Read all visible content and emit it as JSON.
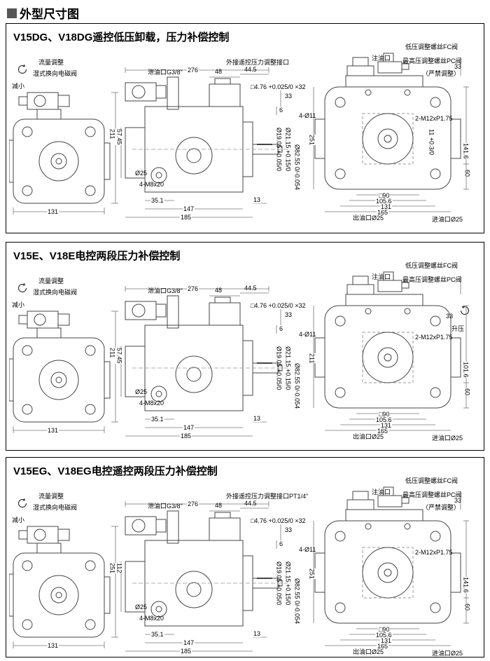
{
  "page": {
    "header": "外型尺寸图"
  },
  "panels": [
    {
      "title": "V15DG、V18DG遥控低压卸载，压力补偿控制",
      "labels": {
        "flow_adjust": "流量调整",
        "decrease": "减小",
        "solenoid_valve": "湿式换向电磁阀",
        "left_height": "211",
        "left_width": "131",
        "overall_width": "276",
        "drain_port": "泄油口G3/8\"",
        "remote_port": "外接遥控压力调整接口",
        "fill_port": "注油口",
        "fc_valve": "低压调整螺丝FC阀",
        "pc_valve": "最高压调整螺丝PC阀",
        "forbid": "（严禁调整）",
        "dim_48": "48",
        "dim_44_5": "44.5",
        "dim_33_mid": "33",
        "dim_6": "6",
        "key_spec": "□4.76 +0.025/0 ×32",
        "shaft_dia": "Ø19.05 +0.05/0",
        "spline_dia": "Ø21.15 +0.15/0",
        "pilot_dia": "Ø82.55 0/-0.054",
        "mid_left_height": "57.45",
        "port_dia": "Ø25",
        "port_bolts": "4-M8x20",
        "dim_35_1": "35.1",
        "dim_147": "147",
        "dim_185": "185",
        "dim_13": "13",
        "bolt_holes": "4-Ø11",
        "right_height": "251",
        "key_len": "11 +0.3/0",
        "studs": "2-M12xP1.75",
        "right_h1": "141.6",
        "right_h2": "60",
        "dim_33_right": "33",
        "sq_90": "□90",
        "dim_105_6": "105.6",
        "dim_131": "131",
        "dim_165": "165",
        "outlet": "出油口Ø25",
        "inlet": "进油口Ø25"
      }
    },
    {
      "title": "V15E、V18E电控两段压力补偿控制",
      "labels": {
        "flow_adjust": "流量调整",
        "decrease": "减小",
        "solenoid_valve": "湿式换向电磁阀",
        "left_height": "211",
        "left_width": "131",
        "overall_width": "276",
        "drain_port": "泄油口G3/8\"",
        "fill_port": "注油口",
        "fc_valve": "低压调整螺丝FC阀",
        "pc_valve": "最高压调整螺丝PC阀",
        "rise": "升压",
        "dim_48": "48",
        "dim_44_5": "44.5",
        "dim_33_mid": "33",
        "dim_6": "6",
        "key_spec": "□4.76 +0.025/0 ×32",
        "shaft_dia": "Ø19.05 +0.05/0",
        "spline_dia": "Ø21.15 +0.15/0",
        "pilot_dia": "Ø82.55 0/-0.054",
        "mid_left_height": "57.45",
        "port_dia": "Ø25",
        "port_bolts": "4-M8x20",
        "dim_35_1": "35.1",
        "dim_147": "147",
        "dim_185": "185",
        "dim_13": "13",
        "bolt_holes": "4-Ø11",
        "right_height": "211",
        "studs": "2-M12xP1.75",
        "right_h1": "101.6",
        "right_h2": "60",
        "dim_33_right": "33",
        "sq_90": "□90",
        "dim_105_6": "105.6",
        "dim_131": "131",
        "dim_165": "165",
        "outlet": "出油口Ø25",
        "inlet": "进油口Ø25"
      }
    },
    {
      "title": "V15EG、V18EG电控遥控两段压力补偿控制",
      "labels": {
        "flow_adjust": "流量调整",
        "decrease": "减小",
        "solenoid_valve": "湿式换向电磁阀",
        "left_height": "251",
        "left_width": "131",
        "overall_width": "276",
        "drain_port": "泄油口G3/8\"",
        "remote_port": "外接遥控压力调整接口PT1/4\"",
        "fill_port": "注油口",
        "fc_valve": "低压调整螺丝FC阀",
        "pc_valve": "最高压调整螺丝PC阀",
        "forbid": "（严禁调整）",
        "dim_48": "48",
        "dim_44_5": "44.5",
        "dim_33_mid": "33",
        "dim_6": "6",
        "key_spec": "□4.76 +0.025/0 ×32",
        "shaft_dia": "Ø19.05 +0.05/0",
        "spline_dia": "Ø21.15 +0.15/0",
        "pilot_dia": "Ø82.55 0/-0.054",
        "mid_left_height": "112",
        "port_dia": "Ø25",
        "port_bolts": "4-M8x20",
        "dim_35_1": "35.1",
        "dim_147": "147",
        "dim_185": "185",
        "dim_13": "13",
        "bolt_holes": "4-Ø11",
        "right_height": "251",
        "studs": "2-M12xP1.75",
        "right_h1": "141.6",
        "right_h2": "60",
        "dim_33_right": "33",
        "sq_90": "□90",
        "dim_105_6": "105.6",
        "dim_131": "131",
        "dim_165": "165",
        "outlet": "出油口Ø25",
        "inlet": "进油口Ø25"
      }
    }
  ]
}
